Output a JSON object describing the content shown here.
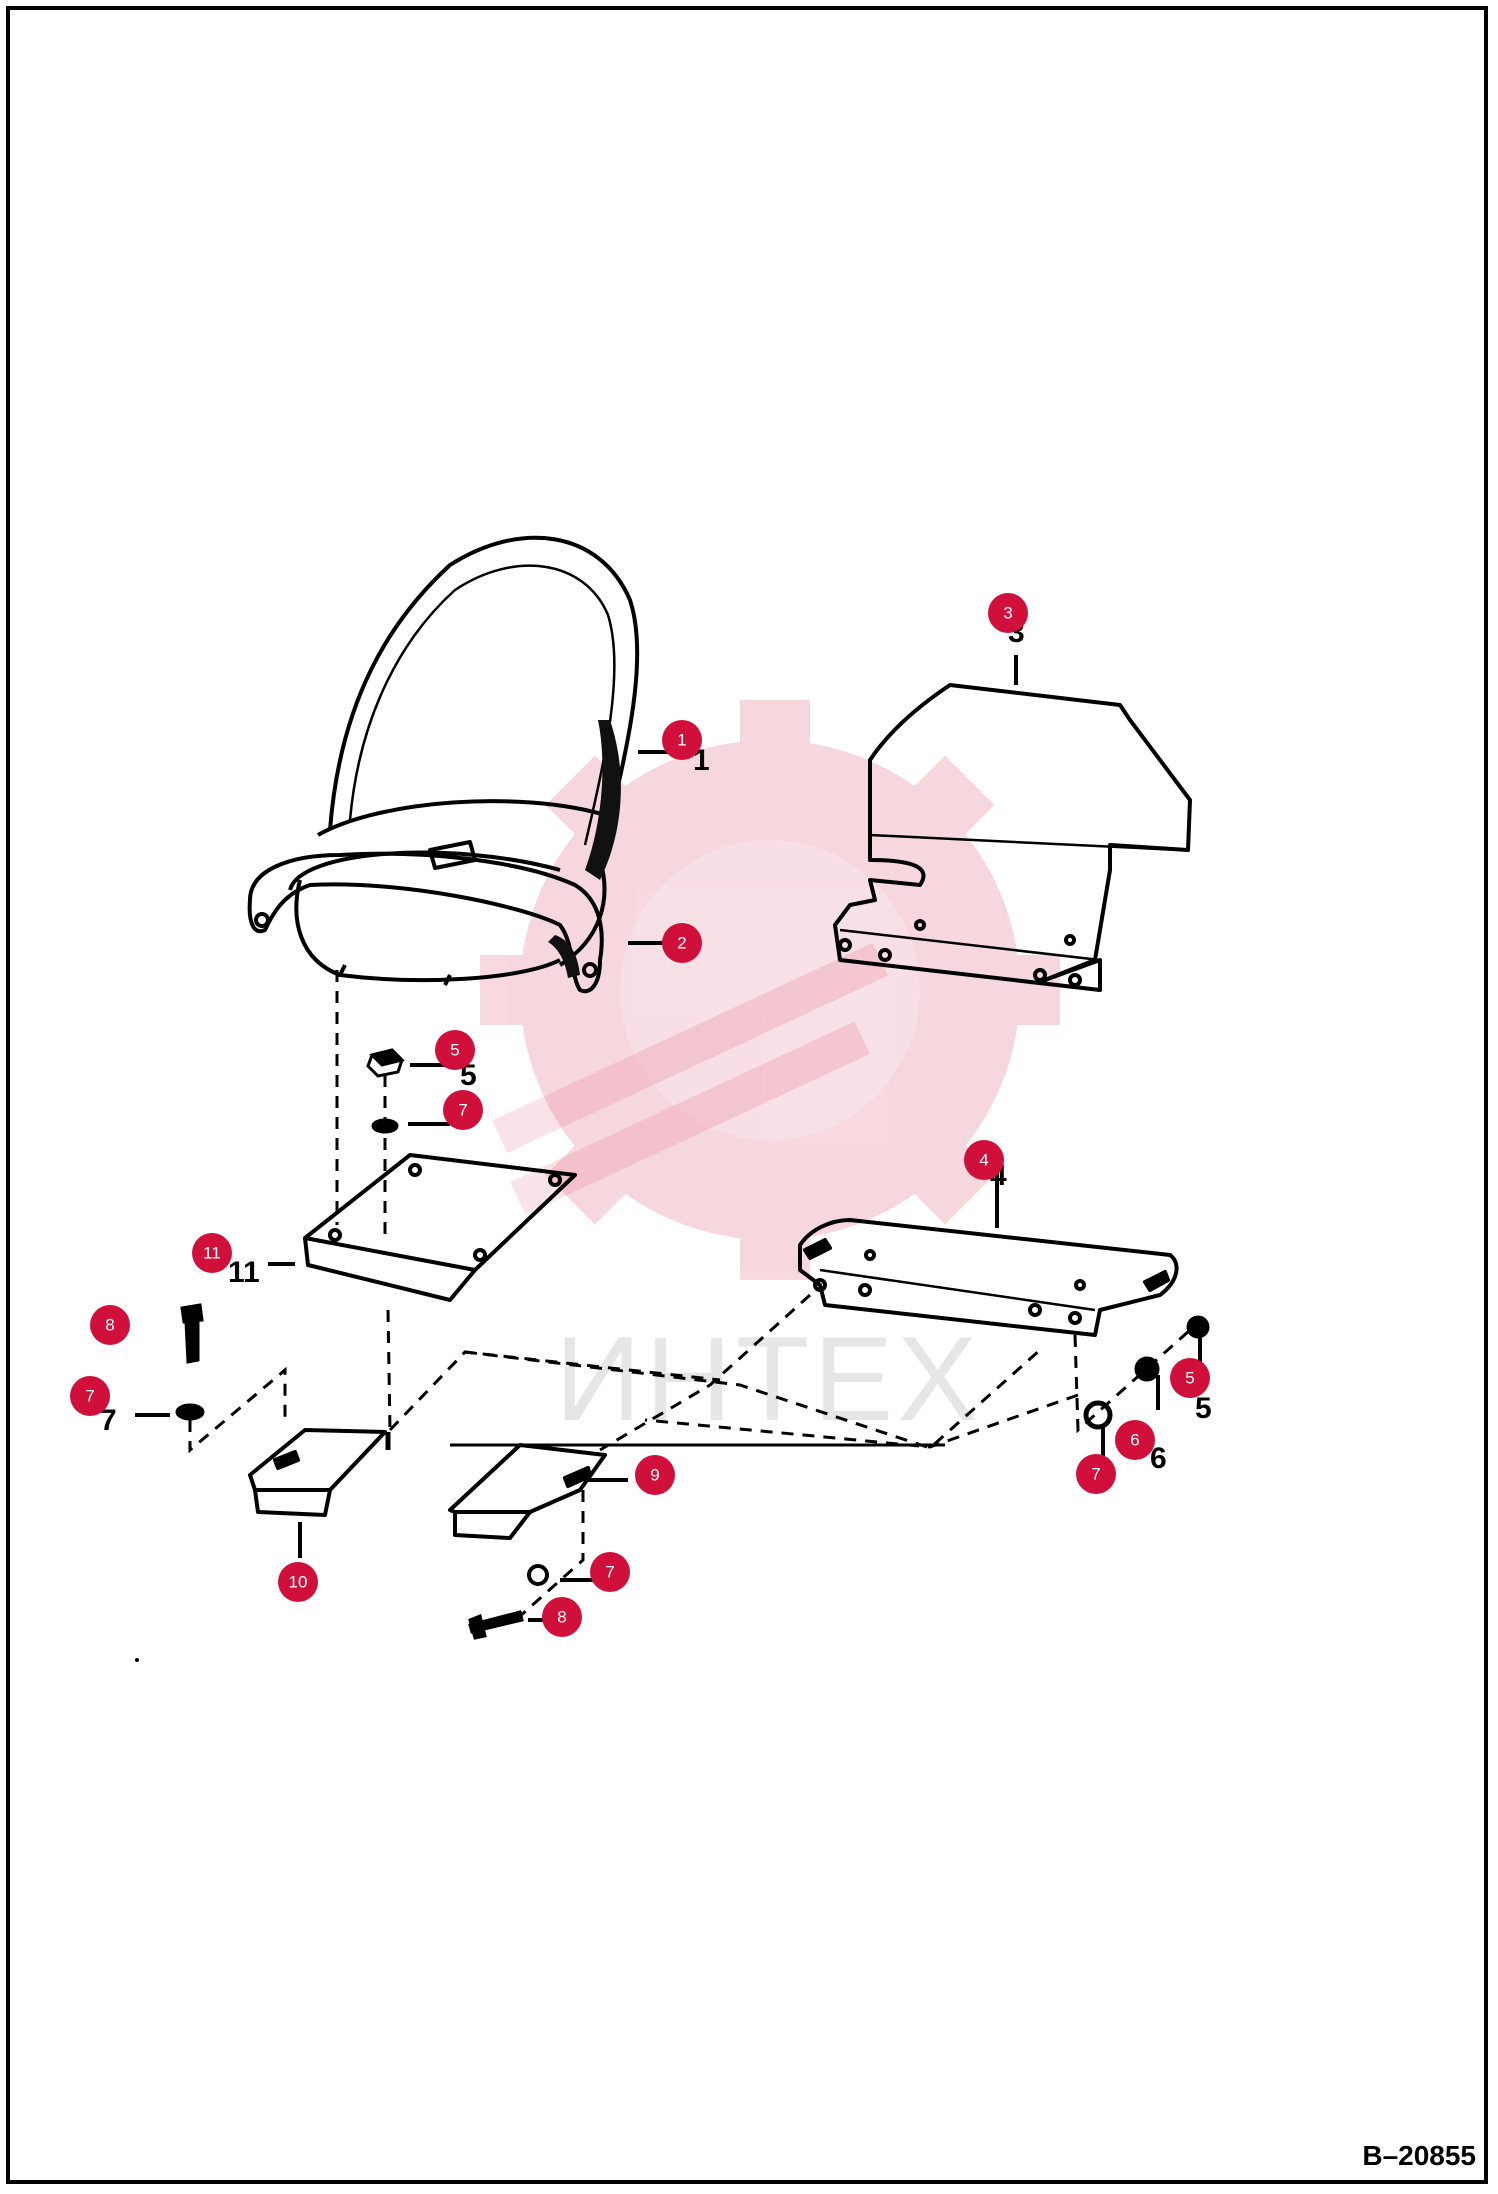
{
  "drawing_number": "B–20855",
  "watermark_text": "ИНТЕХ",
  "accent_color": "#d0103a",
  "callouts": [
    {
      "id": "c1",
      "label": "1"
    },
    {
      "id": "c2",
      "label": "2"
    },
    {
      "id": "c3",
      "label": "3"
    },
    {
      "id": "c4",
      "label": "4"
    },
    {
      "id": "c5a",
      "label": "5"
    },
    {
      "id": "c7a",
      "label": "7"
    },
    {
      "id": "c11",
      "label": "11"
    },
    {
      "id": "c8a",
      "label": "8"
    },
    {
      "id": "c7b",
      "label": "7"
    },
    {
      "id": "c10",
      "label": "10"
    },
    {
      "id": "c9",
      "label": "9"
    },
    {
      "id": "c7c",
      "label": "7"
    },
    {
      "id": "c8b",
      "label": "8"
    },
    {
      "id": "c5b",
      "label": "5"
    },
    {
      "id": "c6",
      "label": "6"
    },
    {
      "id": "c7d",
      "label": "7"
    }
  ],
  "printed_refs": [
    {
      "id": "r1",
      "label": "1"
    },
    {
      "id": "r3",
      "label": "3"
    },
    {
      "id": "r4",
      "label": "4"
    },
    {
      "id": "r5a",
      "label": "5"
    },
    {
      "id": "r11",
      "label": "11"
    },
    {
      "id": "r7b",
      "label": "7"
    },
    {
      "id": "r5b",
      "label": "5"
    },
    {
      "id": "r6",
      "label": "6"
    }
  ]
}
